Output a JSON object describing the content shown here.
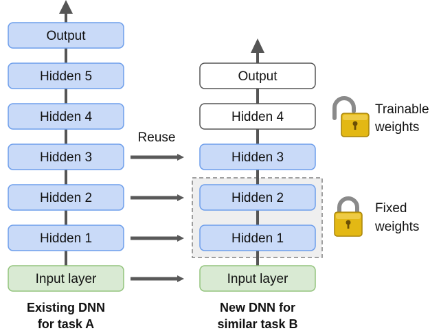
{
  "colors": {
    "hidden_fill": "#c9daf8",
    "hidden_stroke": "#6d9eeb",
    "input_fill": "#d9ead3",
    "input_stroke": "#93c47d",
    "trainable_fill": "#ffffff",
    "line": "#555555",
    "arrow": "#595959",
    "frozen_region_fill": "#efefef",
    "frozen_region_stroke": "#808080",
    "lock_body": "#e3b814",
    "lock_shackle": "#8a8a8a"
  },
  "left_network": {
    "layers": [
      {
        "label": "Output",
        "kind": "hidden"
      },
      {
        "label": "Hidden 5",
        "kind": "hidden"
      },
      {
        "label": "Hidden 4",
        "kind": "hidden"
      },
      {
        "label": "Hidden 3",
        "kind": "hidden"
      },
      {
        "label": "Hidden 2",
        "kind": "hidden"
      },
      {
        "label": "Hidden 1",
        "kind": "hidden"
      },
      {
        "label": "Input layer",
        "kind": "input"
      }
    ],
    "caption_line1": "Existing DNN",
    "caption_line2": "for task A"
  },
  "right_network": {
    "layers": [
      {
        "label": "Output",
        "kind": "trainable"
      },
      {
        "label": "Hidden 4",
        "kind": "trainable"
      },
      {
        "label": "Hidden 3",
        "kind": "hidden"
      },
      {
        "label": "Hidden 2",
        "kind": "hidden"
      },
      {
        "label": "Hidden 1",
        "kind": "hidden"
      },
      {
        "label": "Input layer",
        "kind": "input"
      }
    ],
    "caption_line1": "New DNN for",
    "caption_line2": "similar task B"
  },
  "reuse_label": "Reuse",
  "legend": {
    "trainable_line1": "Trainable",
    "trainable_line2": "weights",
    "fixed_line1": "Fixed",
    "fixed_line2": "weights",
    "trainable_icon": "open-lock-icon",
    "fixed_icon": "closed-lock-icon"
  }
}
